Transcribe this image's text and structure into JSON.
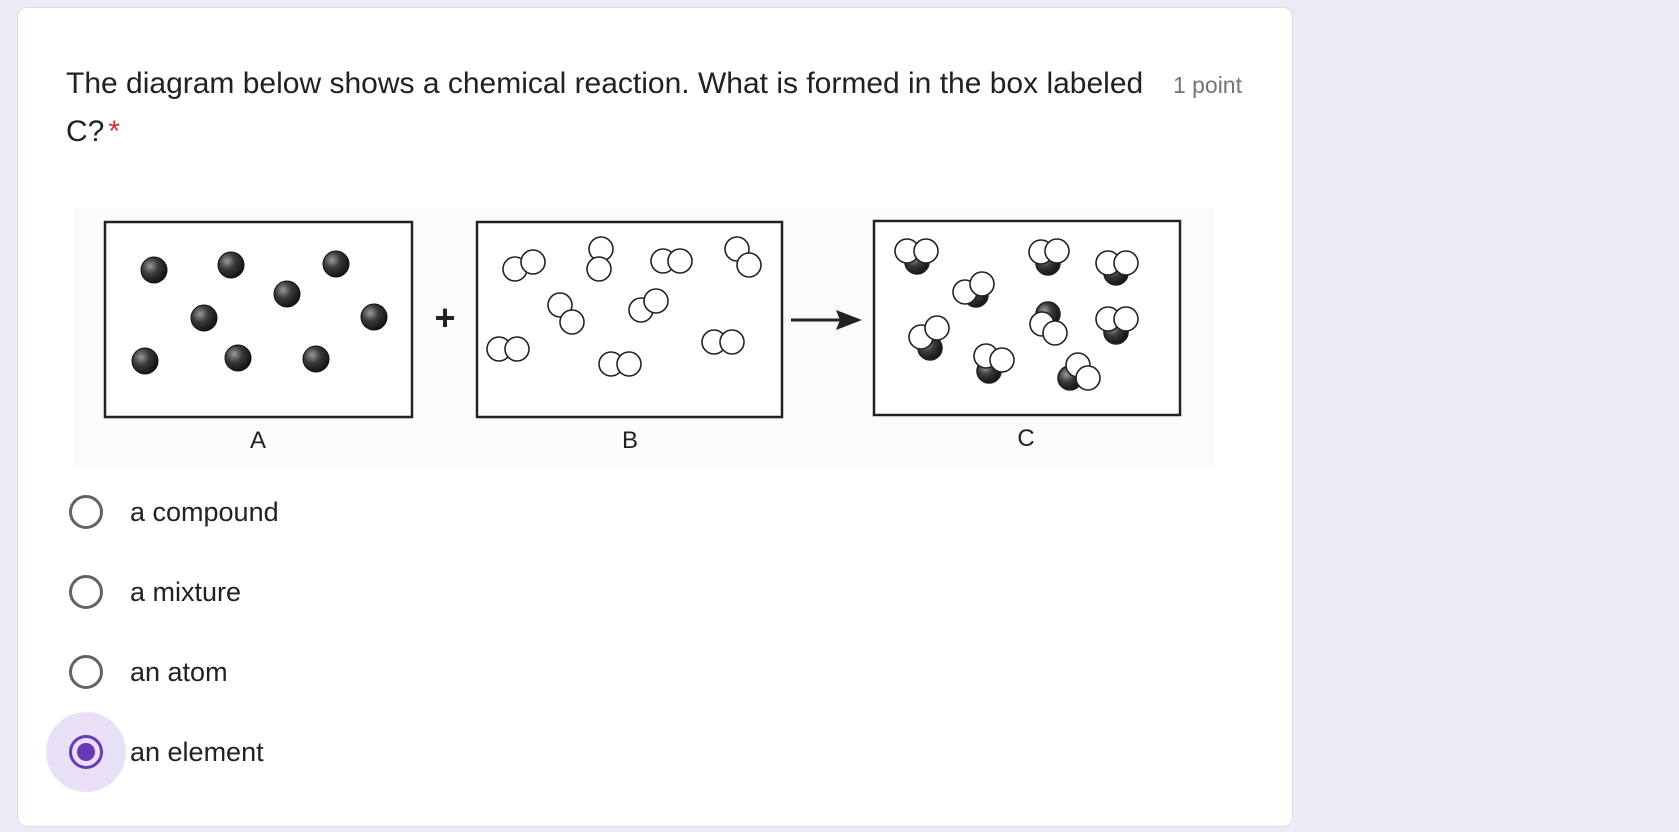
{
  "question": {
    "title": "The diagram below shows a chemical reaction. What is formed in the box labeled C?",
    "required_mark": "*",
    "points": "1 point"
  },
  "diagram": {
    "box_labels": [
      "A",
      "B",
      "C"
    ],
    "plus_sign": "+"
  },
  "options": [
    {
      "label": "a compound",
      "selected": false
    },
    {
      "label": "a mixture",
      "selected": false
    },
    {
      "label": "an atom",
      "selected": false
    },
    {
      "label": "an element",
      "selected": true
    }
  ],
  "colors": {
    "accent": "#673ab7",
    "background": "#ede9f7",
    "required": "#d93025"
  }
}
